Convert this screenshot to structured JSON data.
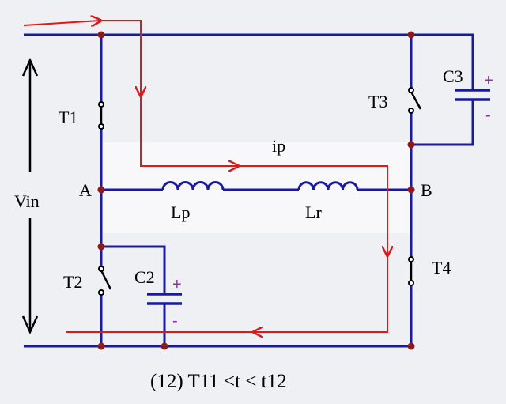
{
  "labels": {
    "vin": "Vin",
    "t1": "T1",
    "t2": "T2",
    "t3": "T3",
    "t4": "T4",
    "node_a": "A",
    "node_b": "B",
    "lp": "Lp",
    "lr": "Lr",
    "ip": "ip",
    "c2": "C2",
    "c3": "C3",
    "plus": "+",
    "minus": "-"
  },
  "caption": "(12)  T11 <t < t12",
  "colors": {
    "wire": "#1a1aa0",
    "current_path": "#e01818",
    "node": "#8b1a1a",
    "polarity": "#a020c0",
    "background": "#eef0f3"
  }
}
